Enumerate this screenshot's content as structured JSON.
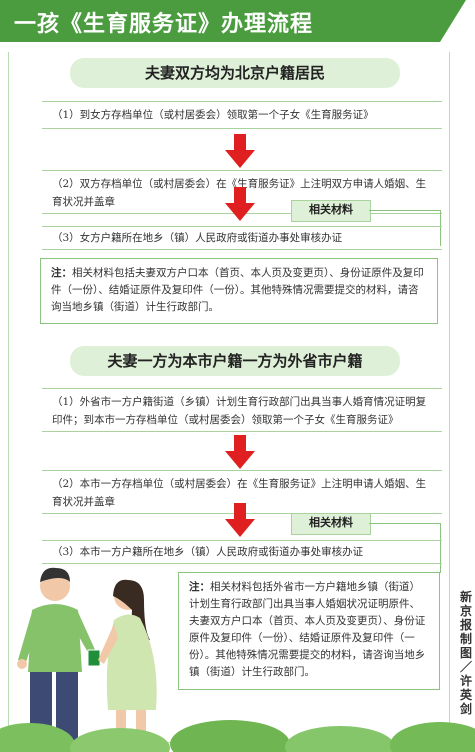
{
  "header": {
    "title": "一孩《生育服务证》办理流程"
  },
  "section1": {
    "title": "夫妻双方均为北京户籍居民",
    "steps": [
      "（1）到女方存档单位（或村居委会）领取第一个子女《生育服务证》",
      "（2）双方存档单位（或村居委会）在《生育服务证》上注明双方申请人婚姻、生育状况并盖章",
      "（3）女方户籍所在地乡（镇）人民政府或街道办事处审核办证"
    ],
    "tag": "相关材料",
    "note_label": "注：",
    "note_text": "相关材料包括夫妻双方户口本（首页、本人页及变更页）、身份证原件及复印件（一份）、结婚证原件及复印件（一份）。其他特殊情况需要提交的材料，请咨询当地乡镇（街道）计生行政部门。"
  },
  "section2": {
    "title": "夫妻一方为本市户籍一方为外省市户籍",
    "steps": [
      "（1）外省市一方户籍街道（乡镇）计划生育行政部门出具当事人婚育情况证明复印件；到本市一方存档单位（或村居委会）领取第一个子女《生育服务证》",
      "（2）本市一方存档单位（或村居委会）在《生育服务证》上注明申请人婚姻、生育状况并盖章",
      "（3）本市一方户籍所在地乡（镇）人民政府或街道办事处审核办证"
    ],
    "tag": "相关材料",
    "note_label": "注：",
    "note_text": "相关材料包括外省市一方户籍地乡镇（街道）计划生育行政部门出具当事人婚姻状况证明原件、夫妻双方户口本（首页、本人页及变更页）、身份证原件及复印件（一份）、结婚证原件及复印件（一份）。其他特殊情况需要提交的材料，请咨询当地乡镇（街道）计生行政部门。"
  },
  "credit": "新京报制图／许英剑",
  "colors": {
    "green": "#4a9c3f",
    "light_green": "#dff0d8",
    "arrow_red": "#e02020"
  }
}
